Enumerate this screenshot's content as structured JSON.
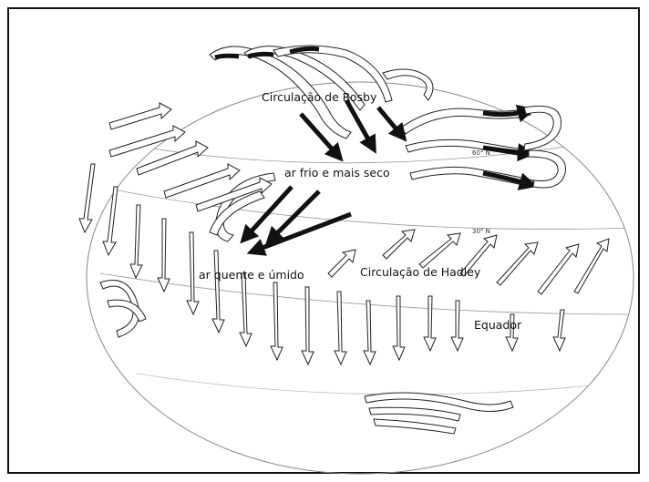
{
  "labels": {
    "rosby": "Circulação de Rosby",
    "cold_dry": "ar frio e mais seco",
    "warm_humid": "ar quente e úmido",
    "hadley": "Circulação de Hadley",
    "equator": "Equador",
    "lat60": "60° N",
    "lat30": "30° N"
  }
}
